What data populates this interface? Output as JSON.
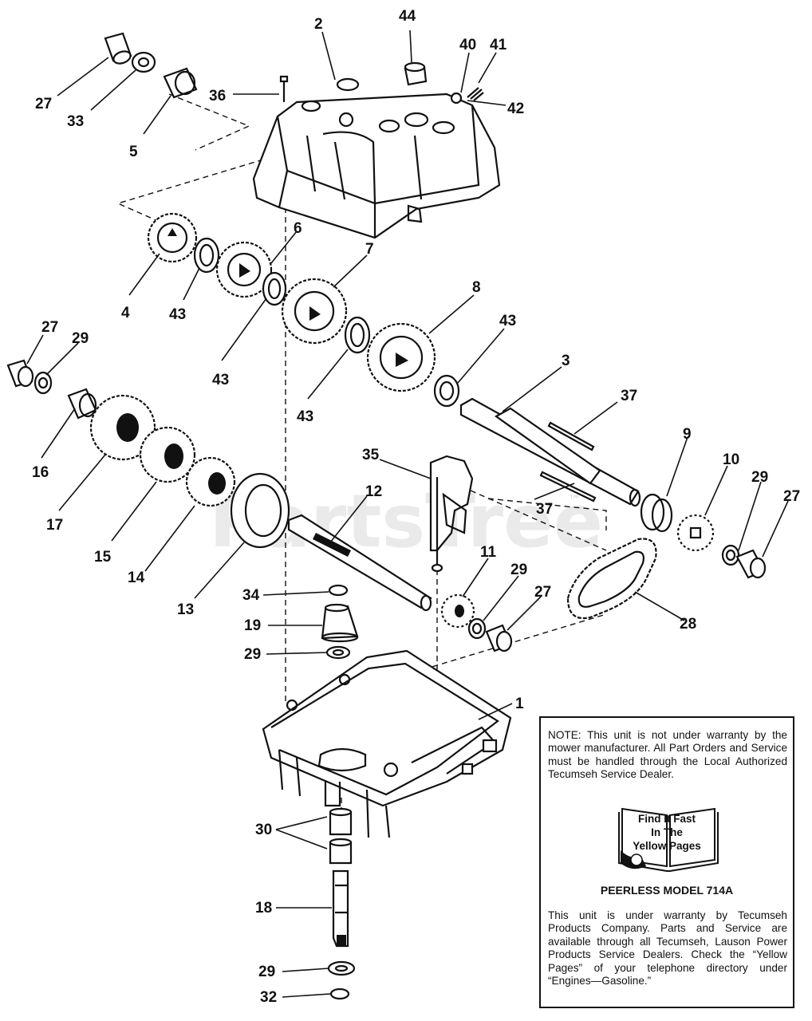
{
  "watermark": {
    "text": "PartsTree",
    "trademark": "™"
  },
  "callouts": {
    "c44": "44",
    "c2": "2",
    "c40": "40",
    "c41": "41",
    "c42": "42",
    "c36": "36",
    "c27a": "27",
    "c33": "33",
    "c5": "5",
    "c6": "6",
    "c4": "4",
    "c43a": "43",
    "c7": "7",
    "c43b": "43",
    "c8": "8",
    "c43c": "43",
    "c43d": "43",
    "c27b": "27",
    "c29a": "29",
    "c16": "16",
    "c3": "3",
    "c37a": "37",
    "c17": "17",
    "c15": "15",
    "c14": "14",
    "c13": "13",
    "c12": "12",
    "c35": "35",
    "c37b": "37",
    "c9": "9",
    "c10": "10",
    "c29b": "29",
    "c27c": "27",
    "c11": "11",
    "c29c": "29",
    "c27d": "27",
    "c28": "28",
    "c34": "34",
    "c19": "19",
    "c29d": "29",
    "c1": "1",
    "c30": "30",
    "c18": "18",
    "c29e": "29",
    "c32": "32"
  },
  "notice": {
    "top": "NOTE: This unit is not under warranty by the mower manufacturer. All Part Orders and Service must be handled through the Local Authorized Tecumseh Service Dealer.",
    "book_line1": "Find It Fast",
    "book_line2": "In The",
    "book_line3": "Yellow Pages",
    "model": "PEERLESS MODEL 714A",
    "bottom": "This unit is under warranty by Tecumseh Products Company. Parts and Service are available through all Tecumseh, Lauson Power Products Service Dealers. Check the “Yellow Pages” of your telephone directory under “Engines—Gasoline.”"
  }
}
